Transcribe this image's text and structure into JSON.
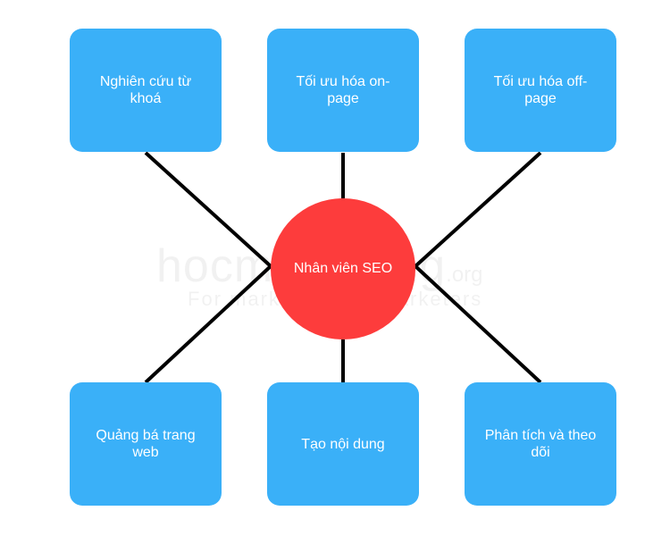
{
  "colors": {
    "box": "#3AB0F8",
    "center": "#FD3C3C",
    "line": "#000000"
  },
  "watermark": {
    "main": "hocmarketing",
    "suffix": ".org",
    "tagline": "For marketers, by marketers"
  },
  "center": {
    "label": "Nhân viên SEO"
  },
  "nodes": [
    {
      "label": "Nghiên cứu từ khoá"
    },
    {
      "label": "Tối ưu hóa on-page"
    },
    {
      "label": "Tối ưu hóa off-page"
    },
    {
      "label": "Quảng bá trang web"
    },
    {
      "label": "Tạo nội dung"
    },
    {
      "label": "Phân tích và theo dõi"
    }
  ]
}
